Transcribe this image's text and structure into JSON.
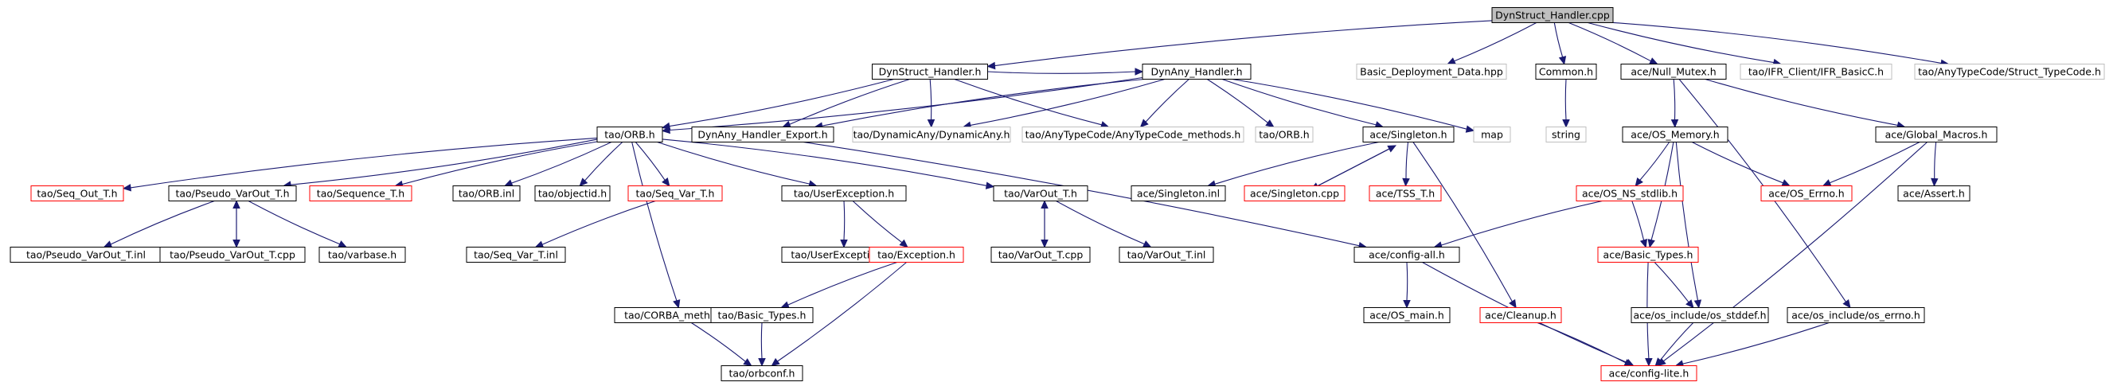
{
  "diagram": {
    "colors": {
      "edge": "#191970",
      "box_black": "#000000",
      "box_red": "#ff0000",
      "box_gray": "#bfbfbf",
      "root_fill": "#bfbfbf",
      "text": "#000000"
    },
    "nodes": [
      {
        "id": "n0",
        "label": "DynStruct_Handler.cpp",
        "style": "root"
      },
      {
        "id": "n1",
        "label": "DynStruct_Handler.h",
        "style": "black"
      },
      {
        "id": "n2",
        "label": "Basic_Deployment_Data.hpp",
        "style": "gray"
      },
      {
        "id": "n3",
        "label": "Common.h",
        "style": "black"
      },
      {
        "id": "n4",
        "label": "ace/Null_Mutex.h",
        "style": "black"
      },
      {
        "id": "n5",
        "label": "tao/IFR_Client/IFR_BasicC.h",
        "style": "gray"
      },
      {
        "id": "n6",
        "label": "tao/AnyTypeCode/Struct_TypeCode.h",
        "style": "gray"
      },
      {
        "id": "n7",
        "label": "DynAny_Handler.h",
        "style": "black"
      },
      {
        "id": "n8",
        "label": "tao/ORB.h",
        "style": "black"
      },
      {
        "id": "n9",
        "label": "DynAny_Handler_Export.h",
        "style": "black"
      },
      {
        "id": "n10",
        "label": "tao/DynamicAny/DynamicAny.h",
        "style": "gray"
      },
      {
        "id": "n11",
        "label": "tao/AnyTypeCode/AnyTypeCode_methods.h",
        "style": "gray"
      },
      {
        "id": "n12",
        "label": "tao/ORB.h",
        "style": "gray"
      },
      {
        "id": "n13",
        "label": "ace/Singleton.h",
        "style": "black"
      },
      {
        "id": "n14",
        "label": "map",
        "style": "gray"
      },
      {
        "id": "n15",
        "label": "string",
        "style": "gray"
      },
      {
        "id": "n16",
        "label": "ace/OS_Memory.h",
        "style": "black"
      },
      {
        "id": "n17",
        "label": "ace/Global_Macros.h",
        "style": "black"
      },
      {
        "id": "n18",
        "label": "tao/Seq_Out_T.h",
        "style": "red"
      },
      {
        "id": "n19",
        "label": "tao/Pseudo_VarOut_T.h",
        "style": "black"
      },
      {
        "id": "n20",
        "label": "tao/Sequence_T.h",
        "style": "red"
      },
      {
        "id": "n21",
        "label": "tao/ORB.inl",
        "style": "black"
      },
      {
        "id": "n22",
        "label": "tao/objectid.h",
        "style": "black"
      },
      {
        "id": "n23",
        "label": "tao/Seq_Var_T.h",
        "style": "red"
      },
      {
        "id": "n24",
        "label": "tao/UserException.h",
        "style": "black"
      },
      {
        "id": "n25",
        "label": "tao/VarOut_T.h",
        "style": "black"
      },
      {
        "id": "n26",
        "label": "ace/Singleton.inl",
        "style": "black"
      },
      {
        "id": "n27",
        "label": "ace/Singleton.cpp",
        "style": "red"
      },
      {
        "id": "n28",
        "label": "ace/TSS_T.h",
        "style": "red"
      },
      {
        "id": "n29",
        "label": "ace/OS_NS_stdlib.h",
        "style": "red"
      },
      {
        "id": "n30",
        "label": "ace/OS_Errno.h",
        "style": "red"
      },
      {
        "id": "n31",
        "label": "ace/Assert.h",
        "style": "black"
      },
      {
        "id": "n32",
        "label": "tao/Pseudo_VarOut_T.inl",
        "style": "black"
      },
      {
        "id": "n33",
        "label": "tao/Pseudo_VarOut_T.cpp",
        "style": "black"
      },
      {
        "id": "n34",
        "label": "tao/varbase.h",
        "style": "black"
      },
      {
        "id": "n35",
        "label": "tao/Seq_Var_T.inl",
        "style": "black"
      },
      {
        "id": "n36",
        "label": "tao/UserException.inl",
        "style": "black"
      },
      {
        "id": "n37",
        "label": "tao/Exception.h",
        "style": "red"
      },
      {
        "id": "n38",
        "label": "tao/VarOut_T.cpp",
        "style": "black"
      },
      {
        "id": "n39",
        "label": "tao/VarOut_T.inl",
        "style": "black"
      },
      {
        "id": "n40",
        "label": "ace/config-all.h",
        "style": "black"
      },
      {
        "id": "n41",
        "label": "ace/Basic_Types.h",
        "style": "red"
      },
      {
        "id": "n42",
        "label": "tao/CORBA_methods.h",
        "style": "black"
      },
      {
        "id": "n43",
        "label": "tao/Basic_Types.h",
        "style": "black"
      },
      {
        "id": "n44",
        "label": "ace/OS_main.h",
        "style": "black"
      },
      {
        "id": "n45",
        "label": "ace/Cleanup.h",
        "style": "red"
      },
      {
        "id": "n46",
        "label": "ace/os_include/os_stddef.h",
        "style": "black"
      },
      {
        "id": "n47",
        "label": "ace/os_include/os_errno.h",
        "style": "black"
      },
      {
        "id": "n48",
        "label": "tao/orbconf.h",
        "style": "black"
      },
      {
        "id": "n49",
        "label": "ace/config-lite.h",
        "style": "red"
      }
    ],
    "edges": [
      [
        "n0",
        "n1"
      ],
      [
        "n0",
        "n2"
      ],
      [
        "n0",
        "n3"
      ],
      [
        "n0",
        "n4"
      ],
      [
        "n0",
        "n5"
      ],
      [
        "n0",
        "n6"
      ],
      [
        "n1",
        "n7"
      ],
      [
        "n1",
        "n8"
      ],
      [
        "n1",
        "n9"
      ],
      [
        "n1",
        "n10"
      ],
      [
        "n1",
        "n11"
      ],
      [
        "n7",
        "n8"
      ],
      [
        "n7",
        "n9"
      ],
      [
        "n7",
        "n10"
      ],
      [
        "n7",
        "n11"
      ],
      [
        "n7",
        "n12"
      ],
      [
        "n7",
        "n13"
      ],
      [
        "n7",
        "n14"
      ],
      [
        "n3",
        "n15"
      ],
      [
        "n4",
        "n16"
      ],
      [
        "n4",
        "n17"
      ],
      [
        "n4",
        "n47"
      ],
      [
        "n8",
        "n18"
      ],
      [
        "n8",
        "n19"
      ],
      [
        "n8",
        "n20"
      ],
      [
        "n8",
        "n21"
      ],
      [
        "n8",
        "n22"
      ],
      [
        "n8",
        "n23"
      ],
      [
        "n8",
        "n24"
      ],
      [
        "n8",
        "n25"
      ],
      [
        "n8",
        "n42"
      ],
      [
        "n9",
        "n40"
      ],
      [
        "n13",
        "n26"
      ],
      [
        "n13",
        "n27"
      ],
      [
        "n13",
        "n28"
      ],
      [
        "n13",
        "n45"
      ],
      [
        "n27",
        "n13"
      ],
      [
        "n16",
        "n29"
      ],
      [
        "n16",
        "n30"
      ],
      [
        "n16",
        "n41"
      ],
      [
        "n16",
        "n46"
      ],
      [
        "n17",
        "n30"
      ],
      [
        "n17",
        "n31"
      ],
      [
        "n17",
        "n49"
      ],
      [
        "n19",
        "n32"
      ],
      [
        "n19",
        "n33"
      ],
      [
        "n19",
        "n34"
      ],
      [
        "n33",
        "n19"
      ],
      [
        "n23",
        "n35"
      ],
      [
        "n24",
        "n36"
      ],
      [
        "n24",
        "n37"
      ],
      [
        "n25",
        "n38"
      ],
      [
        "n25",
        "n39"
      ],
      [
        "n38",
        "n25"
      ],
      [
        "n29",
        "n40"
      ],
      [
        "n29",
        "n41"
      ],
      [
        "n37",
        "n43"
      ],
      [
        "n37",
        "n48"
      ],
      [
        "n42",
        "n43"
      ],
      [
        "n42",
        "n48"
      ],
      [
        "n43",
        "n48"
      ],
      [
        "n40",
        "n44"
      ],
      [
        "n40",
        "n49"
      ],
      [
        "n41",
        "n46"
      ],
      [
        "n41",
        "n49"
      ],
      [
        "n45",
        "n49"
      ],
      [
        "n46",
        "n49"
      ],
      [
        "n47",
        "n49"
      ]
    ]
  }
}
